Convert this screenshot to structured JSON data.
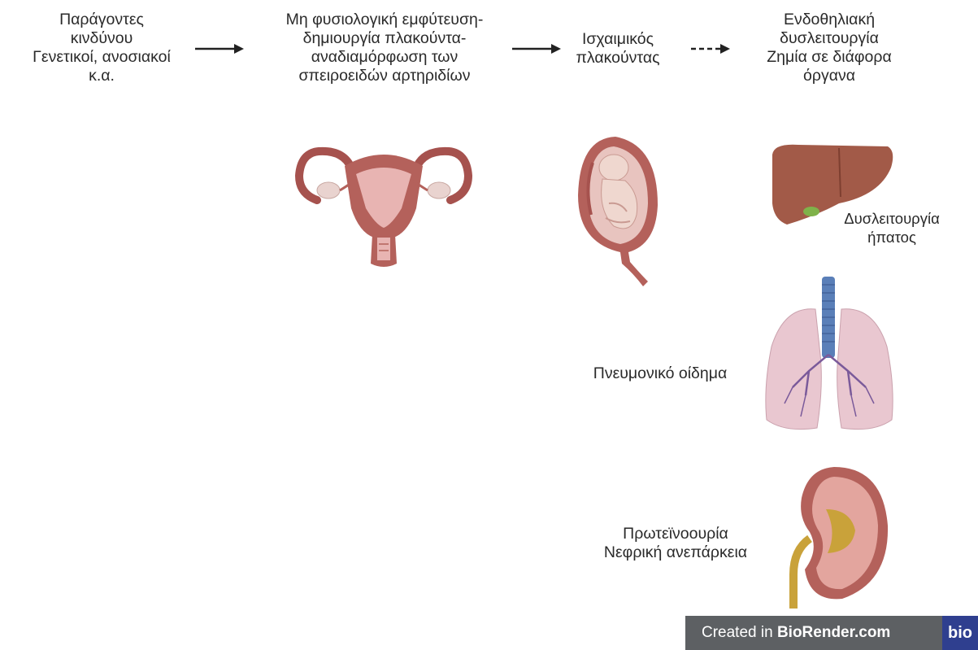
{
  "steps": {
    "risk": [
      "Παράγοντες",
      "κινδύνου",
      "Γενετικοί, ανοσιακοί",
      "κ.α."
    ],
    "implantation": [
      "Μη φυσιολογική εμφύτευση-",
      "δημιουργία πλακούντα-",
      "αναδιαμόρφωση των",
      "σπειροειδών αρτηριδίων"
    ],
    "ischemic": [
      "Ισχαιμικός",
      "πλακούντας"
    ],
    "endothelial": [
      "Ενδοθηλιακή",
      "δυσλειτουργία",
      "Ζημία σε διάφορα",
      "όργανα"
    ]
  },
  "outcomes": {
    "liver": [
      "Δυσλειτουργία",
      "ήπατος"
    ],
    "lung": [
      "Πνευμονικό οίδημα"
    ],
    "kidney": [
      "Πρωτεϊνοουρία",
      "Νεφρική ανεπάρκεια"
    ]
  },
  "icons": [
    "uterus-icon",
    "fetus-placenta-icon",
    "liver-icon",
    "lungs-icon",
    "kidney-icon"
  ],
  "banner": {
    "prefix": "Created in ",
    "brand": "BioRender.com",
    "logo": "bio"
  },
  "colors": {
    "organ_red": "#a6524e",
    "organ_pink": "#e8b4b2",
    "liver": "#a25a48",
    "lung": "#e9c7d0",
    "trachea": "#5a7fb8",
    "ureter": "#c9a23a",
    "banner_bg": "#5d6063",
    "logo_bg": "#2f3f8f"
  }
}
